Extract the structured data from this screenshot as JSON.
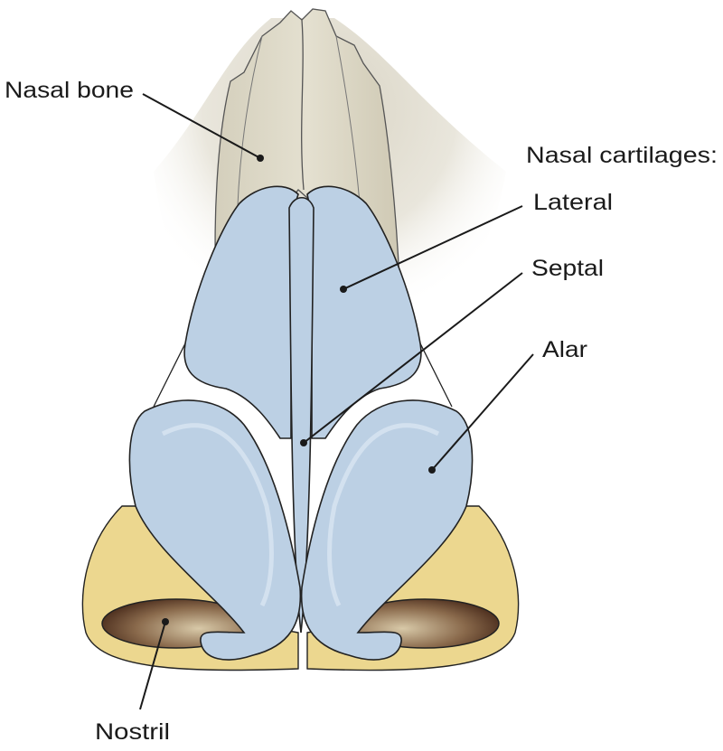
{
  "title": "Nasal anatomy",
  "labels": {
    "nasal_bone": "Nasal bone",
    "nasal_cartilages": "Nasal cartilages:",
    "lateral": "Lateral",
    "septal": "Septal",
    "alar": "Alar",
    "nostril": "Nostril"
  },
  "colors": {
    "cartilage": "#bcd0e4",
    "bone": "#ddd8c6",
    "fatty_tissue": "#ecd78f",
    "nostril": "#5a3a28"
  }
}
